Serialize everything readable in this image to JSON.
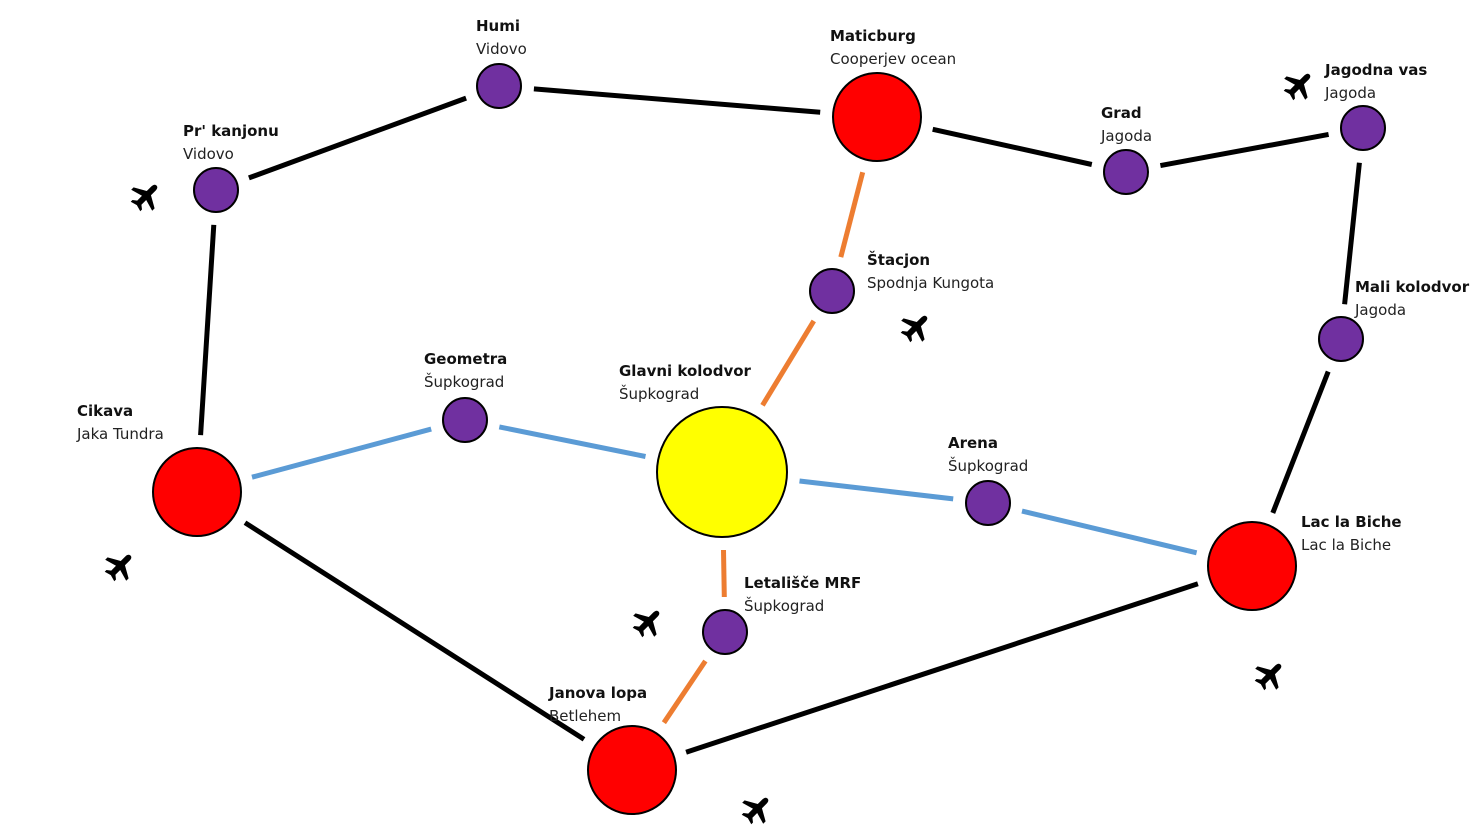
{
  "diagram": {
    "type": "transit-network-map",
    "colors": {
      "major_station": "#ff0000",
      "hub_station": "#ffff00",
      "minor_station": "#7030a0",
      "line_black": "#000000",
      "line_blue": "#5b9bd5",
      "line_orange": "#ed7d31",
      "airport_icon": "#000000"
    },
    "stations": [
      {
        "id": "humi",
        "name": "Humi",
        "city": "Vidovo",
        "kind": "minor",
        "airport": false
      },
      {
        "id": "pr-kanjonu",
        "name": "Pr' kanjonu",
        "city": "Vidovo",
        "kind": "minor",
        "airport": true
      },
      {
        "id": "maticburg",
        "name": "Maticburg",
        "city": "Cooperjev ocean",
        "kind": "major",
        "airport": false
      },
      {
        "id": "grad",
        "name": "Grad",
        "city": "Jagoda",
        "kind": "minor",
        "airport": false
      },
      {
        "id": "jagodna-vas",
        "name": "Jagodna vas",
        "city": "Jagoda",
        "kind": "minor",
        "airport": true
      },
      {
        "id": "stacjon",
        "name": "Štacjon",
        "city": "Spodnja Kungota",
        "kind": "minor",
        "airport": true
      },
      {
        "id": "mali-kolodvor",
        "name": "Mali kolodvor",
        "city": "Jagoda",
        "kind": "minor",
        "airport": false
      },
      {
        "id": "cikava",
        "name": "Cikava",
        "city": "Jaka Tundra",
        "kind": "major",
        "airport": true
      },
      {
        "id": "geometra",
        "name": "Geometra",
        "city": "Šupkograd",
        "kind": "minor",
        "airport": false
      },
      {
        "id": "glavni-kolodvor",
        "name": "Glavni kolodvor",
        "city": "Šupkograd",
        "kind": "hub",
        "airport": false
      },
      {
        "id": "arena",
        "name": "Arena",
        "city": "Šupkograd",
        "kind": "minor",
        "airport": false
      },
      {
        "id": "lac-la-biche",
        "name": "Lac la Biche",
        "city": "Lac la Biche",
        "kind": "major",
        "airport": true
      },
      {
        "id": "letalisce-mrf",
        "name": "Letališče MRF",
        "city": "Šupkograd",
        "kind": "minor",
        "airport": true
      },
      {
        "id": "janova-lopa",
        "name": "Janova lopa",
        "city": "Betlehem",
        "kind": "major",
        "airport": true
      }
    ],
    "connections": [
      {
        "from": "pr-kanjonu",
        "to": "humi",
        "line": "black"
      },
      {
        "from": "humi",
        "to": "maticburg",
        "line": "black"
      },
      {
        "from": "maticburg",
        "to": "grad",
        "line": "black"
      },
      {
        "from": "grad",
        "to": "jagodna-vas",
        "line": "black"
      },
      {
        "from": "jagodna-vas",
        "to": "mali-kolodvor",
        "line": "black"
      },
      {
        "from": "mali-kolodvor",
        "to": "lac-la-biche",
        "line": "black"
      },
      {
        "from": "lac-la-biche",
        "to": "janova-lopa",
        "line": "black"
      },
      {
        "from": "janova-lopa",
        "to": "cikava",
        "line": "black"
      },
      {
        "from": "cikava",
        "to": "pr-kanjonu",
        "line": "black"
      },
      {
        "from": "cikava",
        "to": "geometra",
        "line": "blue"
      },
      {
        "from": "geometra",
        "to": "glavni-kolodvor",
        "line": "blue"
      },
      {
        "from": "glavni-kolodvor",
        "to": "arena",
        "line": "blue"
      },
      {
        "from": "arena",
        "to": "lac-la-biche",
        "line": "blue"
      },
      {
        "from": "maticburg",
        "to": "stacjon",
        "line": "orange"
      },
      {
        "from": "stacjon",
        "to": "glavni-kolodvor",
        "line": "orange"
      },
      {
        "from": "glavni-kolodvor",
        "to": "letalisce-mrf",
        "line": "orange"
      },
      {
        "from": "letalisce-mrf",
        "to": "janova-lopa",
        "line": "orange"
      }
    ]
  }
}
